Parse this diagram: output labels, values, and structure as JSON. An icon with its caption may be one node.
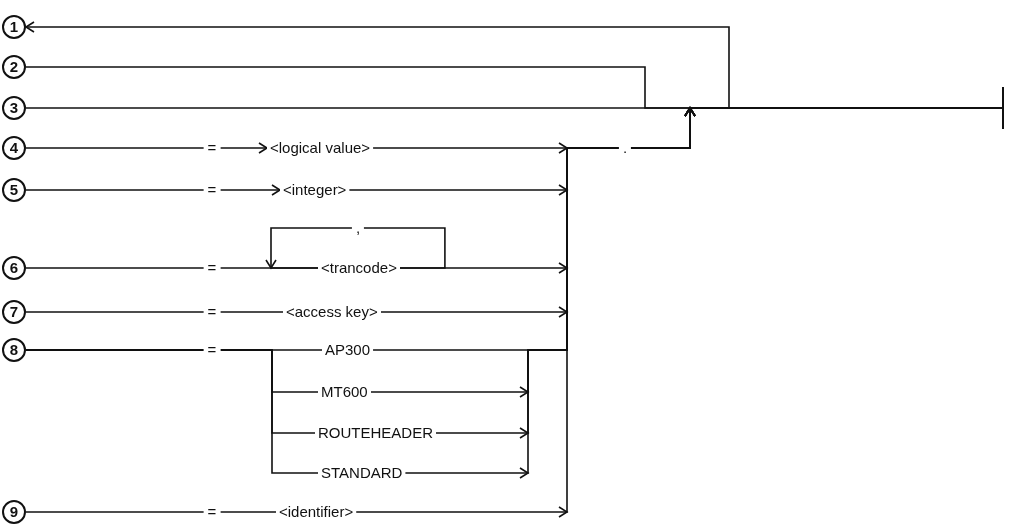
{
  "diagram": {
    "nodes": [
      {
        "text": [
          "1"
        ]
      },
      {
        "text": [
          "2"
        ]
      },
      {
        "text": [
          "3"
        ]
      },
      {
        "text": [
          "4"
        ]
      },
      {
        "text": [
          "5"
        ]
      },
      {
        "text": [
          "6"
        ]
      },
      {
        "text": [
          "7"
        ]
      },
      {
        "text": [
          "8"
        ]
      },
      {
        "text": [
          "9"
        ]
      },
      {
        "text": [
          "<logical value>"
        ]
      },
      {
        "text": [
          "<integer>"
        ]
      },
      {
        "text": [
          "<trancode>"
        ]
      },
      {
        "text": [
          "<access key>"
        ]
      },
      {
        "text": [
          "AP300"
        ]
      },
      {
        "text": [
          "MT600"
        ]
      },
      {
        "text": [
          "ROUTEHEADER"
        ]
      },
      {
        "text": [
          "STANDARD"
        ]
      },
      {
        "text": [
          "<identifier>"
        ]
      },
      {
        "text": [],
        "shape": "bar"
      }
    ],
    "edges": [
      {
        "from": null,
        "to": 0,
        "arrow": "to"
      },
      {
        "from": 1,
        "to": 18,
        "arrow": "none"
      },
      {
        "from": 2,
        "to": 18,
        "arrow": "none"
      },
      {
        "from": 3,
        "to": 9,
        "arrow": "to",
        "label": "="
      },
      {
        "from": 4,
        "to": 10,
        "arrow": "to",
        "label": "="
      },
      {
        "from": 5,
        "to": 11,
        "arrow": "none",
        "label": "="
      },
      {
        "from": 6,
        "to": 12,
        "arrow": "none",
        "label": "="
      },
      {
        "from": 7,
        "to": 13,
        "arrow": "none",
        "label": "="
      },
      {
        "from": 7,
        "to": 14,
        "arrow": "none"
      },
      {
        "from": 7,
        "to": 15,
        "arrow": "none"
      },
      {
        "from": 7,
        "to": 16,
        "arrow": "none"
      },
      {
        "from": 8,
        "to": 17,
        "arrow": "none",
        "label": "="
      },
      {
        "from": 11,
        "to": 11,
        "arrow": "to",
        "label": ","
      },
      {
        "from": 9,
        "to": 18,
        "arrow": "to",
        "label": "."
      },
      {
        "from": 10,
        "to": 18,
        "arrow": "to"
      },
      {
        "from": 11,
        "to": 18,
        "arrow": "to"
      },
      {
        "from": 12,
        "to": 18,
        "arrow": "to"
      },
      {
        "from": 13,
        "to": 18,
        "arrow": "to"
      },
      {
        "from": 14,
        "to": 18,
        "arrow": "to"
      },
      {
        "from": 15,
        "to": 18,
        "arrow": "to"
      },
      {
        "from": 16,
        "to": 18,
        "arrow": "to"
      },
      {
        "from": 17,
        "to": 18,
        "arrow": "to"
      }
    ]
  }
}
